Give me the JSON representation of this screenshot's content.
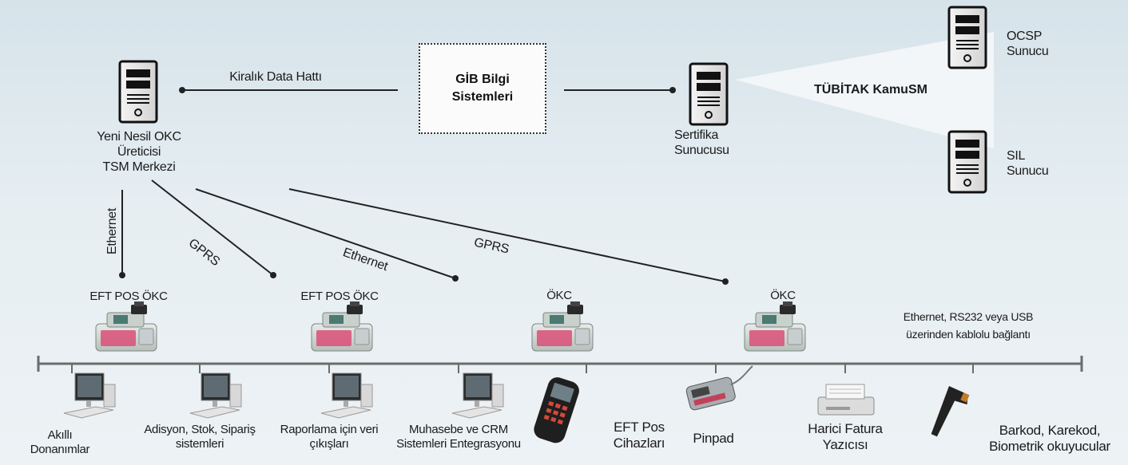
{
  "servers": {
    "tsm": "Yeni Nesil OKC\nÜreticisi\nTSM Merkezi",
    "certificate": "Sertifika\nSunucusu",
    "ocsp": "OCSP\nSunucu",
    "sil": "SIL\nSunucu"
  },
  "gib_box": "GİB Bilgi\nSistemleri",
  "tubitak": "TÜBİTAK KamuSM",
  "connections": {
    "leased_line": "Kiralık Data Hattı",
    "ethernet_1": "Ethernet",
    "gprs_1": "GPRS",
    "ethernet_2": "Ethernet",
    "gprs_2": "GPRS"
  },
  "terminals": [
    {
      "label": "EFT POS  ÖKC"
    },
    {
      "label": "EFT POS  ÖKC"
    },
    {
      "label": "ÖKC"
    },
    {
      "label": "ÖKC"
    }
  ],
  "wired_note": "Ethernet, RS232 veya USB\nüzerinden kablolu bağlantı",
  "peripherals": [
    {
      "label": "Akıllı\nDonanımlar"
    },
    {
      "label": "Adisyon, Stok, Sipariş\nsistemleri"
    },
    {
      "label": "Raporlama için veri\nçıkışları"
    },
    {
      "label": "Muhasebe ve CRM\nSistemleri Entegrasyonu"
    },
    {
      "label": "EFT Pos\nCihazları"
    },
    {
      "label": "Pinpad"
    },
    {
      "label": "Harici Fatura\nYazıcısı"
    },
    {
      "label": "Barkod, Karekod,\nBiometrik okuyucular"
    }
  ],
  "colors": {
    "background": "#dfe8ed",
    "line": "#222222",
    "bus": "#6b6b6b"
  }
}
